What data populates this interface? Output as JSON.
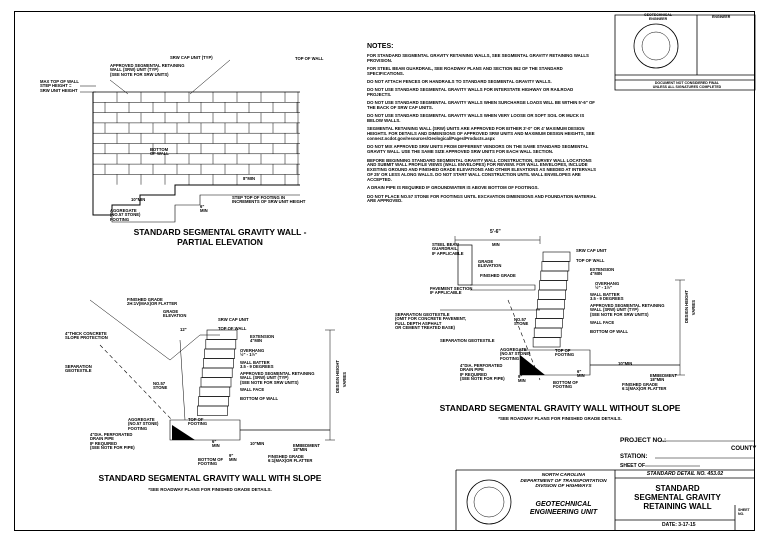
{
  "seal_header": {
    "geotech_engineer": "GEOTECHNICAL\nENGINEER",
    "engineer": "ENGINEER",
    "final_notice": "DOCUMENT NOT CONSIDERED FINAL\nUNLESS ALL SIGNATURES COMPLETED"
  },
  "notes": {
    "heading": "NOTES:",
    "items": [
      "FOR STANDARD SEGMENTAL GRAVITY RETAINING WALLS, SEE SEGMENTAL GRAVITY RETAINING WALLS PROVISION.",
      "FOR STEEL BEAM GUARDRAIL, SEE ROADWAY PLANS AND SECTION 862 OF THE STANDARD SPECIFICATIONS.",
      "DO NOT ATTACH FENCES OR HANDRAILS TO STANDARD SEGMENTAL GRAVITY WALLS.",
      "DO NOT USE STANDARD SEGMENTAL GRAVITY WALLS FOR INTERSTATE HIGHWAY OR RAILROAD PROJECTS.",
      "DO NOT USE STANDARD SEGMENTAL GRAVITY WALLS WHEN SURCHARGE LOADS WILL BE WITHIN 5'-6\" OF THE BACK OF SRW CAP UNITS.",
      "DO NOT USE STANDARD SEGMENTAL GRAVITY WALLS WHEN VERY LOOSE OR SOFT SOIL OR MUCK IS BELOW WALLS.",
      "SEGMENTAL RETAINING WALL (SRW) UNITS ARE APPROVED FOR EITHER 3'-0\" OR 4' MAXIMUM DESIGN HEIGHTS. FOR DETAILS AND DIMENSIONS OF APPROVED SRW UNITS AND MAXIMUM DESIGN HEIGHTS, SEE connect.ncdot.gov/resources/Geological/Pages/Products.aspx",
      "DO NOT MIX APPROVED SRW UNITS FROM DIFFERENT VENDORS ON THE SAME STANDARD SEGMENTAL GRAVITY WALL. USE THE SAME SIZE APPROVED SRW UNITS FOR EACH WALL SECTION.",
      "BEFORE BEGINNING STANDARD SEGMENTAL GRAVITY WALL CONSTRUCTION, SURVEY WALL LOCATIONS AND SUBMIT WALL PROFILE VIEWS (WALL ENVELOPES) FOR REVIEW. FOR WALL ENVELOPES, INCLUDE EXISTING GROUND AND FINISHED GRADE ELEVATIONS AND OTHER ELEVATIONS AS NEEDED AT INTERVALS OF 25' OR LESS ALONG WALLS. DO NOT START WALL CONSTRUCTION UNTIL WALL ENVELOPES ARE ACCEPTED.",
      "A DRAIN PIPE IS REQUIRED IF GROUNDWATER IS ABOVE BOTTOM OF FOOTINGS.",
      "DO NOT PLACE NO.57 STONE FOR FOOTINGS UNTIL EXCAVATION DIMENSIONS AND FOUNDATION MATERIAL ARE APPROVED."
    ]
  },
  "elevation": {
    "labels": {
      "srw_cap": "SRW CAP UNIT (TYP)",
      "approved_unit": "APPROVED SEGMENTAL RETAINING\nWALL (SRW) UNIT (TYP)\n(SEE NOTE FOR SRW UNITS)",
      "top_of_wall": "TOP OF WALL",
      "max_top": "MAX TOP OF WALL\nSTEP HEIGHT =\nSRW UNIT HEIGHT",
      "bottom_of_wall": "BOTTOM\nOF WALL",
      "min_8": "8\"MIN",
      "min_10": "10\"MIN",
      "min_6": "6\"\nMIN",
      "aggregate": "AGGREGATE\n(NO.57 STONE)\nFOOTING",
      "step_top": "STEP TOP OF FOOTING IN\nINCREMENTS OF SRW UNIT HEIGHT"
    },
    "title": "STANDARD SEGMENTAL\nGRAVITY WALL - PARTIAL ELEVATION"
  },
  "with_slope": {
    "labels": {
      "finished_grade": "FINISHED GRADE\n2H:1V(MAX)OR FLATTER",
      "grade_elev": "GRADE\nELEVATION",
      "concrete": "4\"THICK CONCRETE\nSLOPE PROTECTION",
      "twelve": "12\"",
      "cap": "SRW CAP UNIT",
      "top": "TOP OF WALL",
      "extension": "EXTENSION\n4\"MIN",
      "overhang": "OVERHANG\n½\" - 1½\"",
      "batter": "WALL BATTER\n3.5 - 9 DEGREES",
      "approved": "APPROVED SEGMENTAL RETAINING\nWALL (SRW) UNIT (TYP)\n(SEE NOTE FOR SRW UNITS)",
      "wall_face": "WALL FACE",
      "bottom": "BOTTOM OF WALL",
      "separation": "SEPARATION\nGEOTEXTILE",
      "stone": "NO.57\nSTONE",
      "drain": "4\"DIA. PERFORATED\nDRAIN PIPE\nIF REQUIRED\n(SEE NOTE FOR PIPE)",
      "aggregate": "AGGREGATE\n(NO.57 STONE)\nFOOTING",
      "top_footing": "TOP OF\nFOOTING",
      "bottom_footing": "BOTTOM OF\nFOOTING",
      "design_height": "DESIGN HEIGHT",
      "varies": "VARIES",
      "min_6": "6\"\nMIN",
      "min_10": "10\"MIN",
      "embed": "EMBEDMENT\n18\"MIN",
      "finished_flat": "FINISHED GRADE\n6:1(MAX)OR FLATTER",
      "min_9": "9\"\nMIN"
    },
    "title": "STANDARD SEGMENTAL GRAVITY WALL WITH SLOPE",
    "sub": "*SEE ROADWAY PLANS FOR FINISHED GRADE DETAILS."
  },
  "without_slope": {
    "labels": {
      "dim": "5'-6\"",
      "min": "MIN",
      "guardrail": "STEEL BEAM\nGUARDRAIL,\nIF APPLICABLE",
      "grade_elev": "GRADE\nELEVATION",
      "finished": "FINISHED GRADE",
      "pavement": "PAVEMENT SECTION\nIF APPLICABLE",
      "cap": "SRW CAP UNIT",
      "top": "TOP OF WALL",
      "extension": "EXTENSION\n4\"MIN",
      "overhang": "OVERHANG\n½\" - 1½\"",
      "batter": "WALL BATTER\n3.5 - 9 DEGREES",
      "approved": "APPROVED SEGMENTAL RETAINING\nWALL (SRW) UNIT (TYP)\n(SEE NOTE FOR SRW UNITS)",
      "wall_face": "WALL FACE",
      "bottom": "BOTTOM OF WALL",
      "separation_omit": "SEPARATION GEOTEXTILE\n(OMIT FOR CONCRETE PAVEMENT,\nFULL DEPTH ASPHALT\nOR CEMENT TREATED BASE)",
      "stone": "NO.57\nSTONE",
      "separation": "SEPARATION GEOTEXTILE",
      "aggregate": "AGGREGATE\n(NO.57 STONE)\nFOOTING",
      "top_footing": "TOP OF\nFOOTING",
      "drain": "4\"DIA. PERFORATED\nDRAIN PIPE\nIF REQUIRED\n(SEE NOTE FOR PIPE)",
      "design_height": "DESIGN HEIGHT",
      "varies": "VARIES",
      "min_6": "6\"\nMIN",
      "min_10": "10\"MIN",
      "min_9": "9\"\nMIN",
      "bottom_footing": "BOTTOM OF\nFOOTING",
      "embed": "EMBEDMENT\n18\"MIN",
      "finished_flat": "FINISHED GRADE\n6:1(MAX)OR FLATTER"
    },
    "title": "STANDARD SEGMENTAL GRAVITY WALL WITHOUT SLOPE",
    "sub": "*SEE ROADWAY PLANS FOR FINISHED GRADE DETAILS."
  },
  "title_block": {
    "project_no": "PROJECT NO.:",
    "county": "COUNTY",
    "station": "STATION:",
    "sheet_of": "SHEET         OF",
    "agency": "NORTH CAROLINA\nDEPARTMENT OF TRANSPORTATION\nDIVISION OF HIGHWAYS",
    "unit": "GEOTECHNICAL\nENGINEERING UNIT",
    "detail_no": "STANDARD DETAIL NO. 453.02",
    "sheet_title": "STANDARD\nSEGMENTAL GRAVITY\nRETAINING WALL",
    "date": "DATE: 3-17-15",
    "sheet_no": "SHEET\nNO."
  }
}
